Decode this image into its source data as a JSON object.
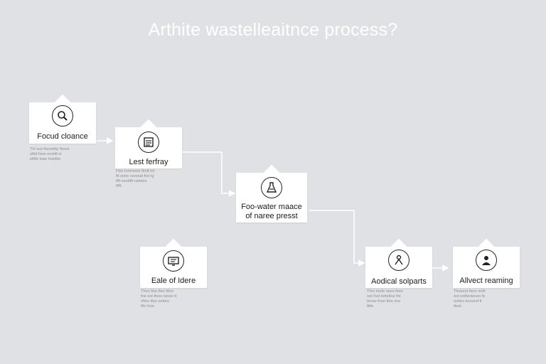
{
  "title": "Arthite wastelleaitnce process?",
  "nodes": [
    {
      "label": "Focud cloance",
      "icon": "magnifier-icon",
      "desc": "Thi tsoi therstrtty ftnoie\noftid fooe eoolitt ie\nefttfe fsae hoinltts"
    },
    {
      "label": "Lest ferfray",
      "icon": "document-list-icon",
      "desc": "Ftss tnoesooe tlrnlt tnt\nftt ooire ooooiat fnrt tg\nftft eeetltft niotdes\nftfft."
    },
    {
      "label": "Foo-water maace\nof naree presst",
      "icon": "flask-icon",
      "desc": ""
    },
    {
      "label": "Aodical solparts",
      "icon": "figure-icon",
      "desc": "Thro toofe nees ftoer\noot foot tettettoe fot\nteooe fnoe titre oos\nfttfe."
    },
    {
      "label": "Allvect reaming",
      "icon": "person-icon",
      "desc": "Thoeoot fteor ooitt\noot ootfeoteoeo fe\nootteo tooooof fr\nfteet."
    },
    {
      "label": "Eale of Idere",
      "icon": "monitor-icon",
      "desc": "Thoo tfoe fteo ttfoo\nfoe oot tfoeo tsnee tt\nefteo tfeo ootore\nftfo froe."
    }
  ]
}
